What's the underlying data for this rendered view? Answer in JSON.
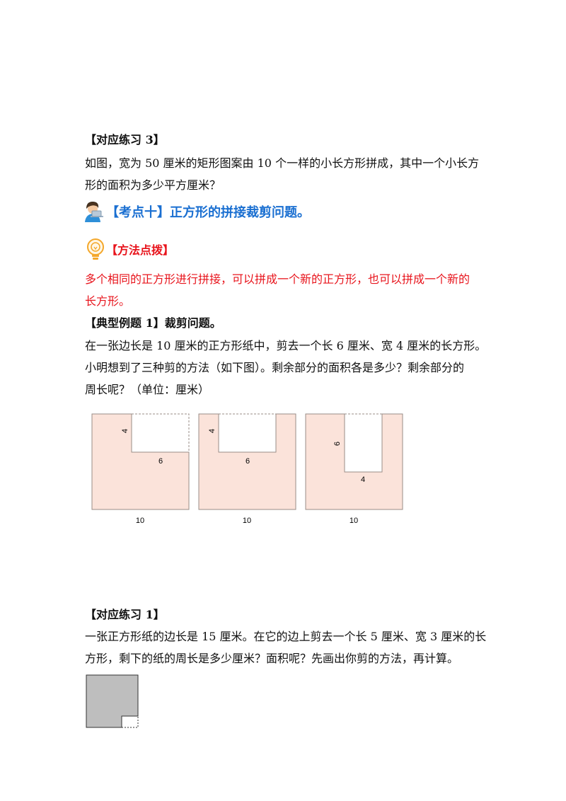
{
  "practice3": {
    "heading": "【对应练习 3】",
    "lines": [
      "如图，宽为 50 厘米的矩形图案由 10 个一样的小长方形拼成，其中一个小长方",
      "形的面积为多少平方厘米？"
    ]
  },
  "topic": {
    "title": "【考点十】正方形的拼接裁剪问题。",
    "icon": "student-at-laptop-icon"
  },
  "method": {
    "title": "【方法点拨】",
    "icon": "lightbulb-icon",
    "lines": [
      "多个相同的正方形进行拼接，可以拼成一个新的正方形，也可以拼成一个新的",
      "长方形。"
    ]
  },
  "example1": {
    "heading": "【典型例题 1】裁剪问题。",
    "lines": [
      "在一张边长是 10 厘米的正方形纸中，剪去一个长 6 厘米、宽 4 厘米的长方形。",
      "小明想到了三种剪的方法（如下图）。剩余部分的面积各是多少？剩余部分的",
      "周长呢？（单位：厘米）"
    ],
    "figures": [
      {
        "cut_width": "6",
        "cut_height": "4",
        "side": "10"
      },
      {
        "cut_width": "6",
        "cut_height": "4",
        "side": "10"
      },
      {
        "cut_width": "4",
        "cut_height": "6",
        "side": "10"
      }
    ],
    "fill_color": "#fbe3da",
    "stroke_color": "#9a8d87"
  },
  "practice1": {
    "heading": "【对应练习 1】",
    "lines": [
      "一张正方形纸的边长是 15 厘米。在它的边上剪去一个长 5 厘米、宽 3 厘米的长",
      "方形，剩下的纸的周长是多少厘米？面积呢？先画出你剪的方法，再计算。"
    ],
    "fill_color": "#bebebe"
  }
}
